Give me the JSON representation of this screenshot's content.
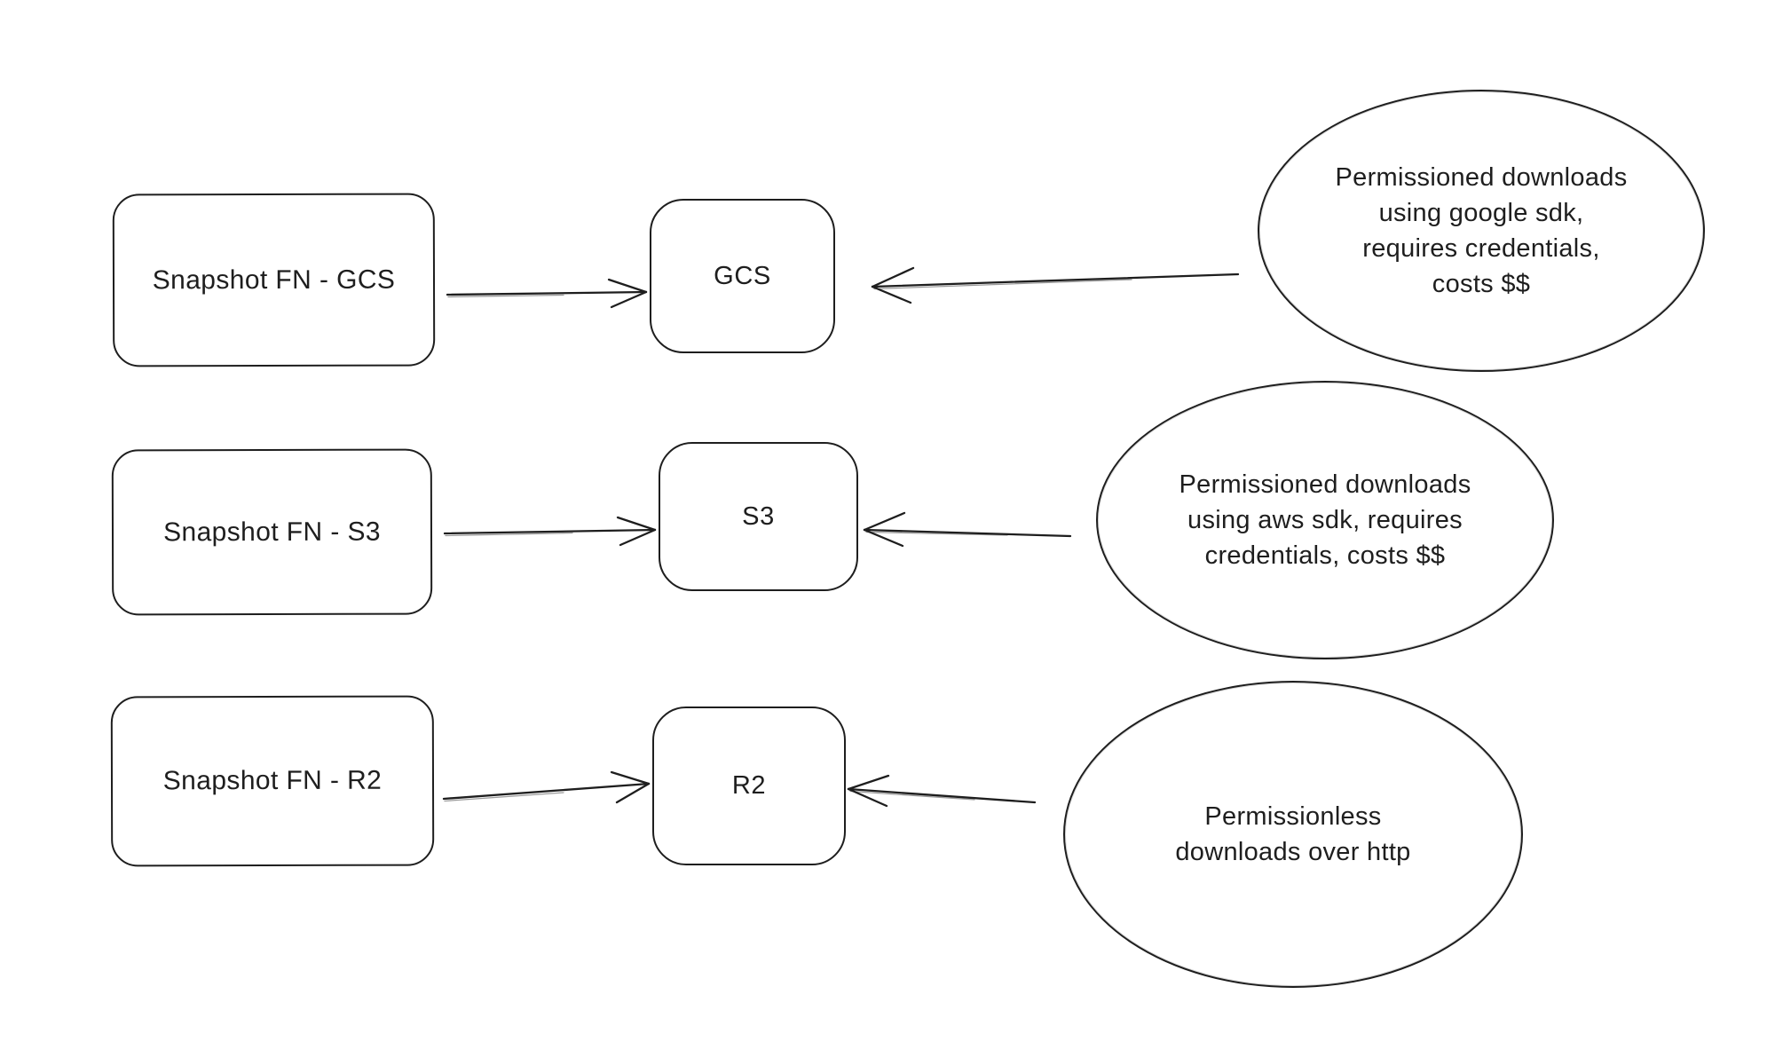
{
  "canvas": {
    "background_color": "#ffffff",
    "stroke_color": "#1e1e1e",
    "style": "hand-drawn flowchart"
  },
  "rows": [
    {
      "source": {
        "label": "Snapshot FN - GCS"
      },
      "target": {
        "label": "GCS"
      },
      "note": {
        "text": "Permissioned downloads\nusing google sdk,\nrequires credentials,\ncosts $$"
      }
    },
    {
      "source": {
        "label": "Snapshot FN - S3"
      },
      "target": {
        "label": "S3"
      },
      "note": {
        "text": "Permissioned downloads\nusing aws sdk, requires\ncredentials, costs $$"
      }
    },
    {
      "source": {
        "label": "Snapshot FN - R2"
      },
      "target": {
        "label": "R2"
      },
      "note": {
        "text": "Permissionless\ndownloads over http"
      }
    }
  ]
}
